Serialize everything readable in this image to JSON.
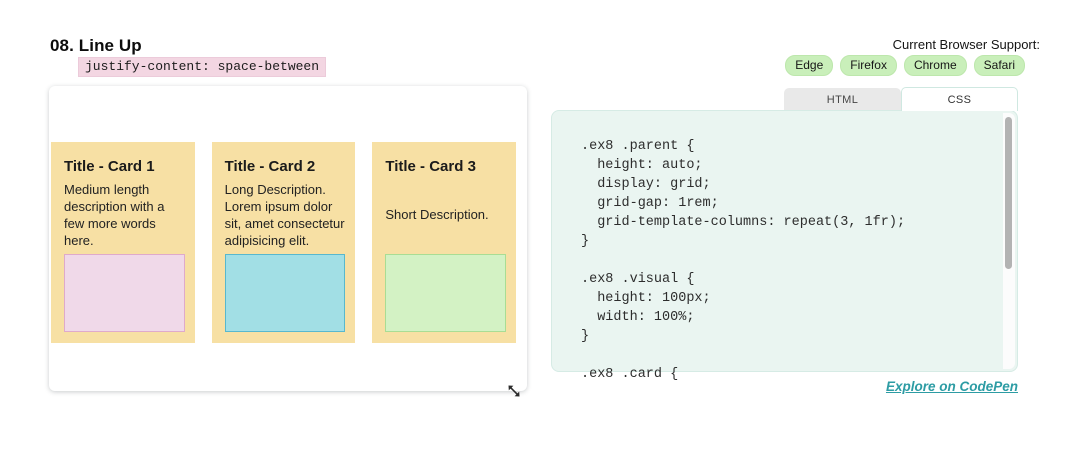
{
  "page": {
    "title": "08. Line Up",
    "property_snippet": "justify-content: space-between"
  },
  "browser_support": {
    "label": "Current Browser Support:",
    "browsers": [
      "Edge",
      "Firefox",
      "Chrome",
      "Safari"
    ]
  },
  "demo": {
    "card_bg": "#f7e0a4",
    "cards": [
      {
        "title": "Title - Card 1",
        "description": "Medium length description with a few more words here.",
        "visual_bg": "#f0d9e9",
        "visual_border": "#dfaacb"
      },
      {
        "title": "Title - Card 2",
        "description": "Long Description. Lorem ipsum dolor sit, amet consectetur adipisicing elit.",
        "visual_bg": "#a2dfe5",
        "visual_border": "#58b8ce"
      },
      {
        "title": "Title - Card 3",
        "description": "Short Description.",
        "visual_bg": "#d3f2c4",
        "visual_border": "#a9dd94"
      }
    ]
  },
  "code_panel": {
    "tabs": [
      {
        "label": "HTML",
        "active": false
      },
      {
        "label": "CSS",
        "active": true
      }
    ],
    "code": ".ex8 .parent {\n  height: auto;\n  display: grid;\n  grid-gap: 1rem;\n  grid-template-columns: repeat(3, 1fr);\n}\n\n.ex8 .visual {\n  height: 100px;\n  width: 100%;\n}\n\n.ex8 .card {",
    "codepen_link": "Explore on CodePen"
  },
  "colors": {
    "accent_teal": "#2d9ca4",
    "badge_green": "#c9efba",
    "snippet_pink": "#f3d6e2",
    "panel_mint": "#eaf5f1",
    "card_tan": "#f7e0a4"
  }
}
